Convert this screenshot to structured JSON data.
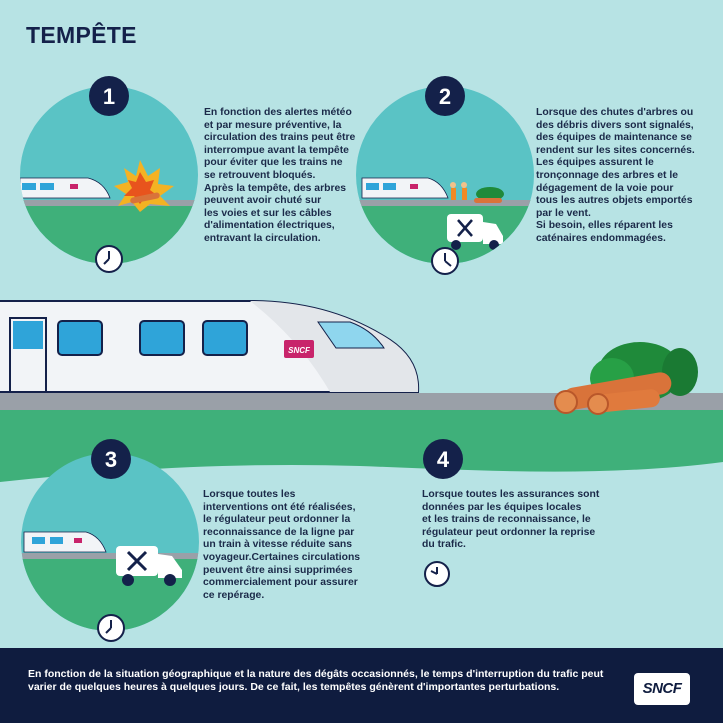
{
  "title": "TEMPÊTE",
  "steps": [
    {
      "number": "1",
      "text": "En fonction des alertes météo\net par mesure préventive, la\ncirculation des trains peut être\ninterrompue avant la tempête\npour éviter que les trains ne\nse retrouvent bloqués.\nAprès la tempête, des arbres\npeuvent avoir chuté sur\nles voies et sur les câbles\nd'alimentation électriques,\nentravant la circulation."
    },
    {
      "number": "2",
      "text": "Lorsque des chutes d'arbres ou\ndes débris divers sont signalés,\ndes équipes de maintenance se\nrendent sur les sites concernés.\nLes équipes assurent le\ntronçonnage des arbres et le\ndégagement de la voie pour\ntous les autres objets emportés\npar le vent.\nSi besoin, elles réparent les\ncaténaires endommagées."
    },
    {
      "number": "3",
      "text": "Lorsque toutes les\ninterventions ont été réalisées,\nle régulateur peut ordonner la\nreconnaissance de la ligne par\nun train à vitesse réduite sans\nvoyageur.Certaines circulations\npeuvent être  ainsi supprimées\ncommercialement pour assurer\nce repérage."
    },
    {
      "number": "4",
      "text": "Lorsque toutes les assurances sont\ndonnées par les équipes locales\net les trains de reconnaissance, le\nrégulateur peut ordonner la reprise\ndu trafic."
    }
  ],
  "train_logo": "SNCF",
  "footer": {
    "text": "En fonction de la situation géographique et la nature des dégâts occasionnés, le temps d'interruption du trafic peut varier de quelques heures à quelques jours. De ce fait, les tempêtes génèrent d'importantes perturbations.",
    "logo": "SNCF"
  },
  "colors": {
    "background": "#b7e3e4",
    "grass": "#3fb07a",
    "navy": "#14214a",
    "circle": "#5ac3c5",
    "rail": "#9aa0a8",
    "wood": "#d9733a",
    "tree": "#1f8a3a",
    "sncf_pink": "#c8246b"
  }
}
